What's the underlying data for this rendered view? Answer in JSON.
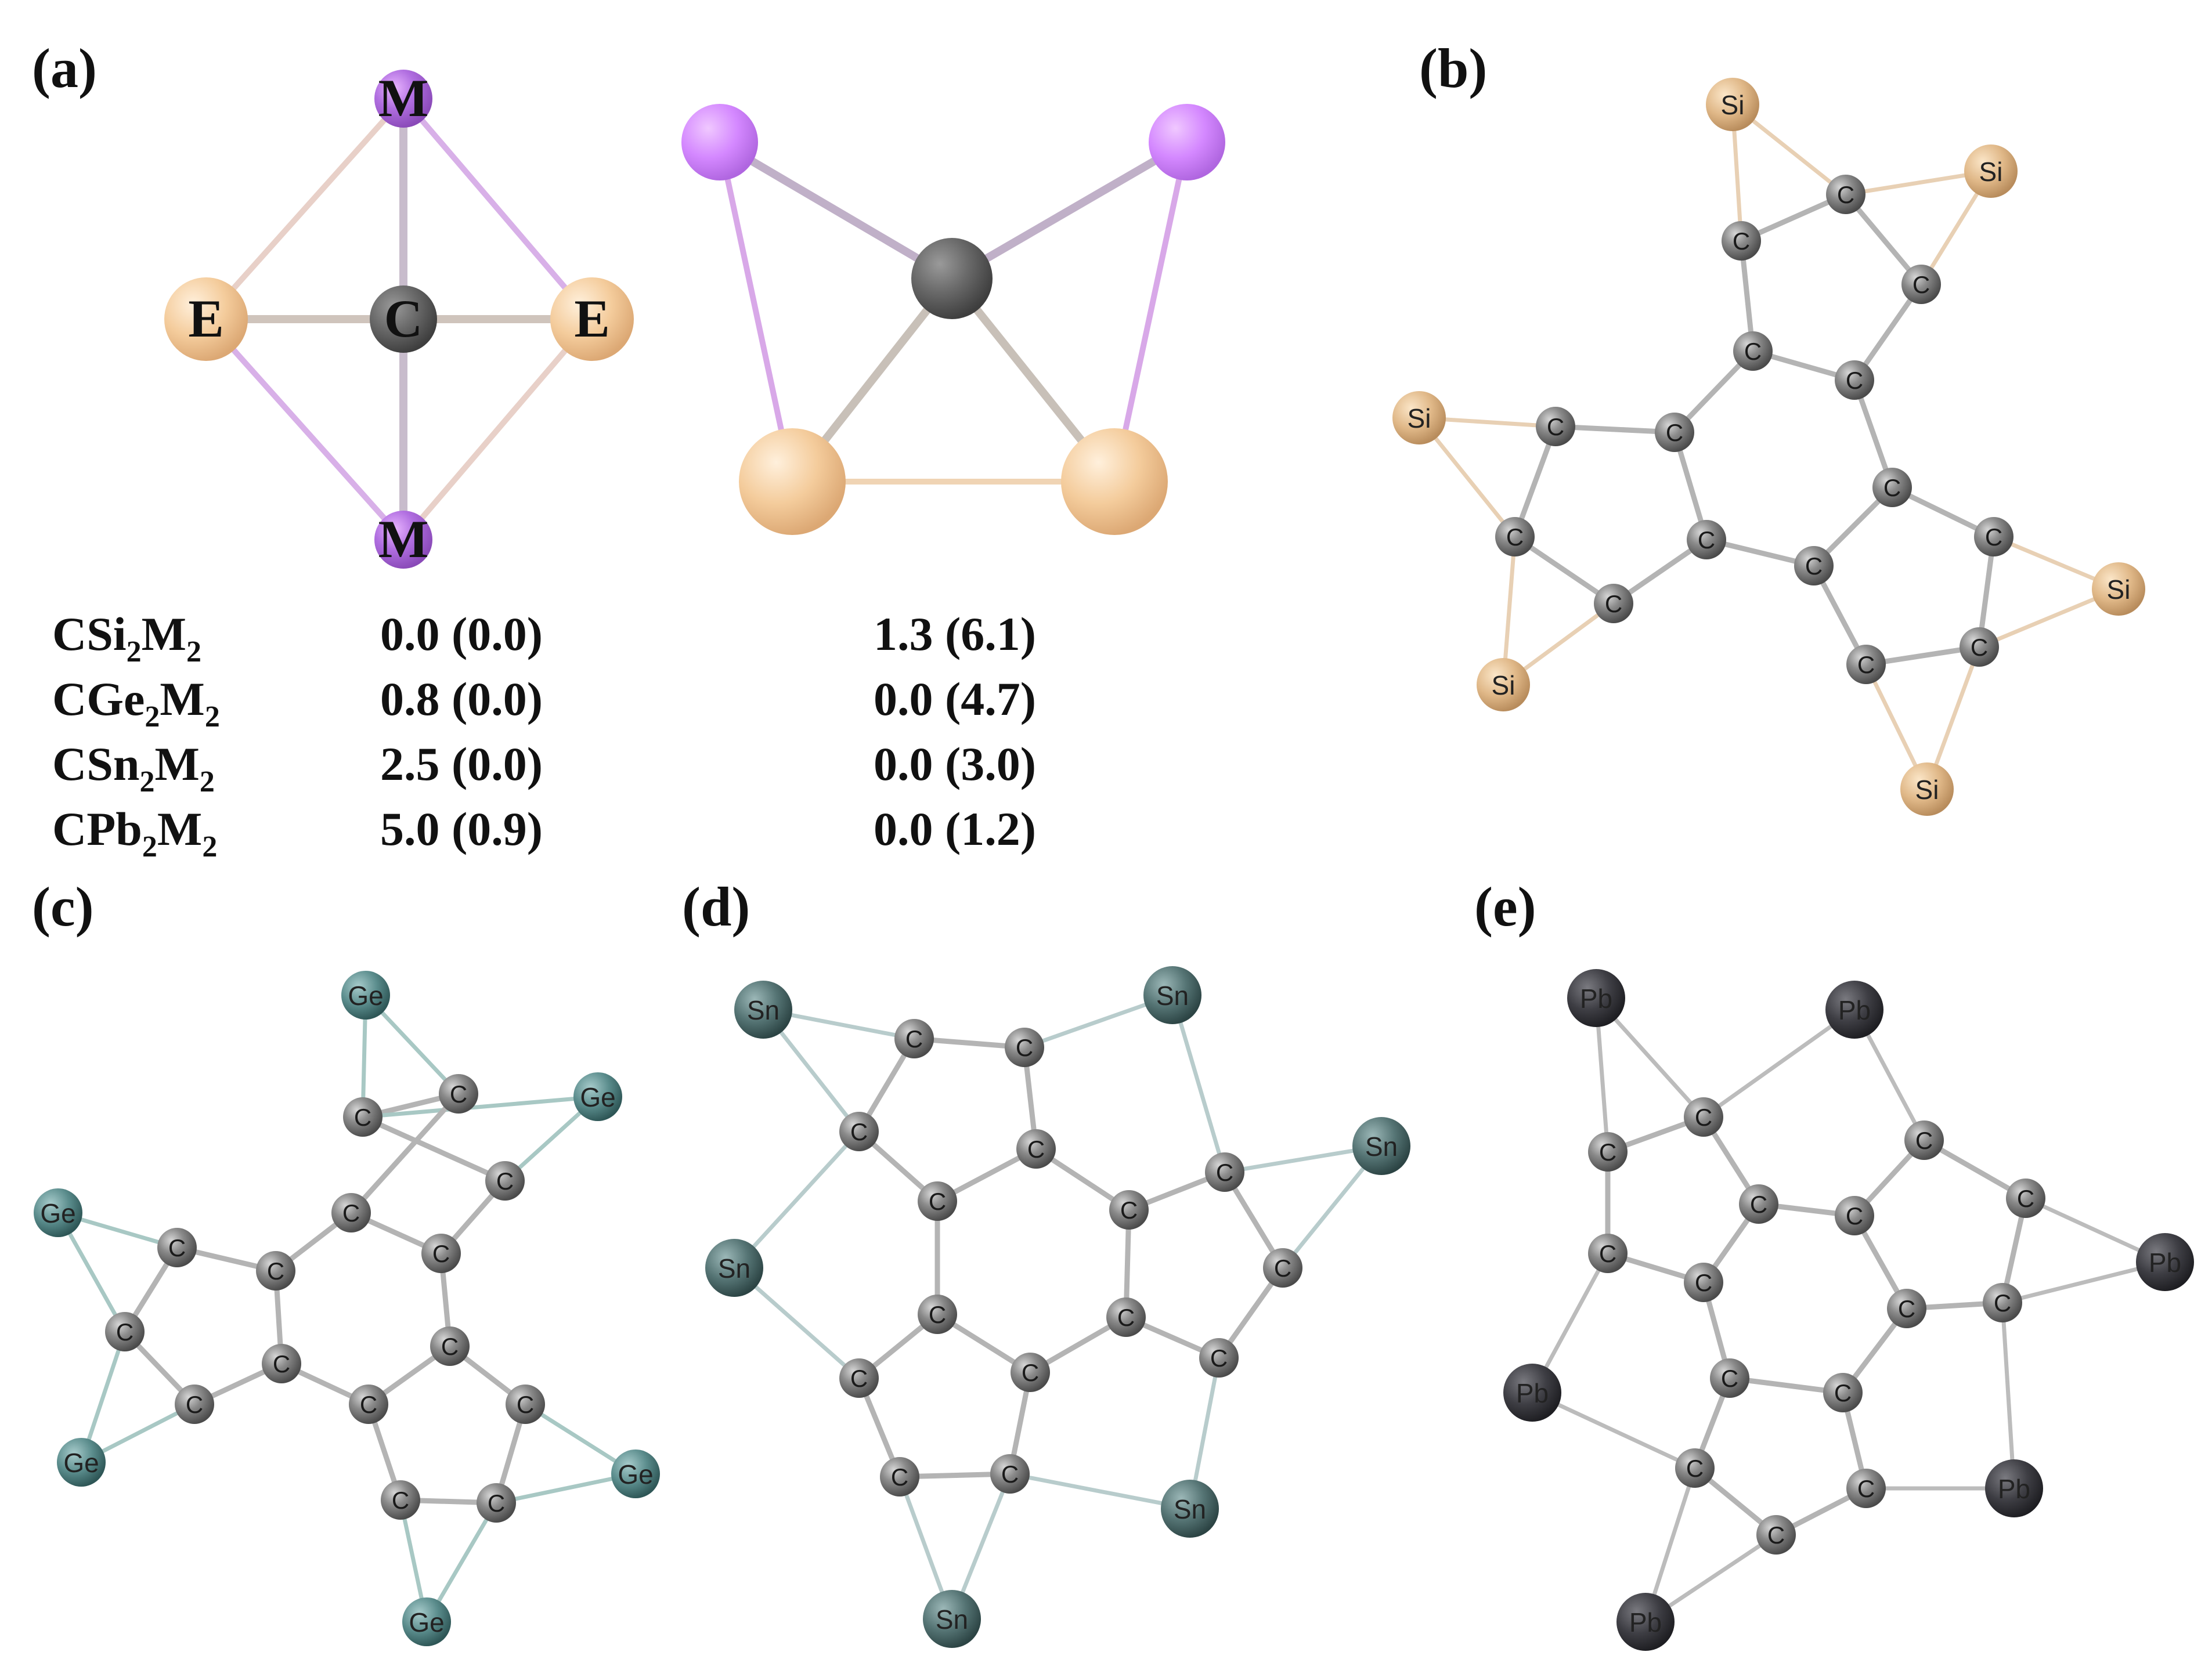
{
  "panels": [
    {
      "id": "a",
      "label": "(a)"
    },
    {
      "id": "b",
      "label": "(b)"
    },
    {
      "id": "c",
      "label": "(c)"
    },
    {
      "id": "d",
      "label": "(d)"
    },
    {
      "id": "e",
      "label": "(e)"
    }
  ],
  "colors": {
    "carbon": "#6e6e6e",
    "alkali": "#a060d8",
    "tetrel": "#f0c898",
    "silicon": "#d8b080",
    "germanium": "#4f8080",
    "tin": "#4a6868",
    "lead": "#333338",
    "bond_gray": "#a8a8a8"
  },
  "panel_a": {
    "left_structure": {
      "labels": {
        "M": "M",
        "E": "E",
        "C": "C"
      }
    },
    "table": {
      "rows": [
        {
          "formula": {
            "base": "C",
            "e1": "Si",
            "n1": "2",
            "e2": "M",
            "n2": "2"
          },
          "v1": "0.0 (0.0)",
          "v2": "1.3 (6.1)"
        },
        {
          "formula": {
            "base": "C",
            "e1": "Ge",
            "n1": "2",
            "e2": "M",
            "n2": "2"
          },
          "v1": "0.8 (0.0)",
          "v2": "0.0 (4.7)"
        },
        {
          "formula": {
            "base": "C",
            "e1": "Sn",
            "n1": "2",
            "e2": "M",
            "n2": "2"
          },
          "v1": "2.5 (0.0)",
          "v2": "0.0 (3.0)"
        },
        {
          "formula": {
            "base": "C",
            "e1": "Pb",
            "n1": "2",
            "e2": "M",
            "n2": "2"
          },
          "v1": "5.0 (0.9)",
          "v2": "0.0 (1.2)"
        }
      ]
    }
  },
  "atom_labels": {
    "carbon": "C",
    "silicon": "Si",
    "germanium": "Ge",
    "tin": "Sn",
    "lead": "Pb"
  }
}
